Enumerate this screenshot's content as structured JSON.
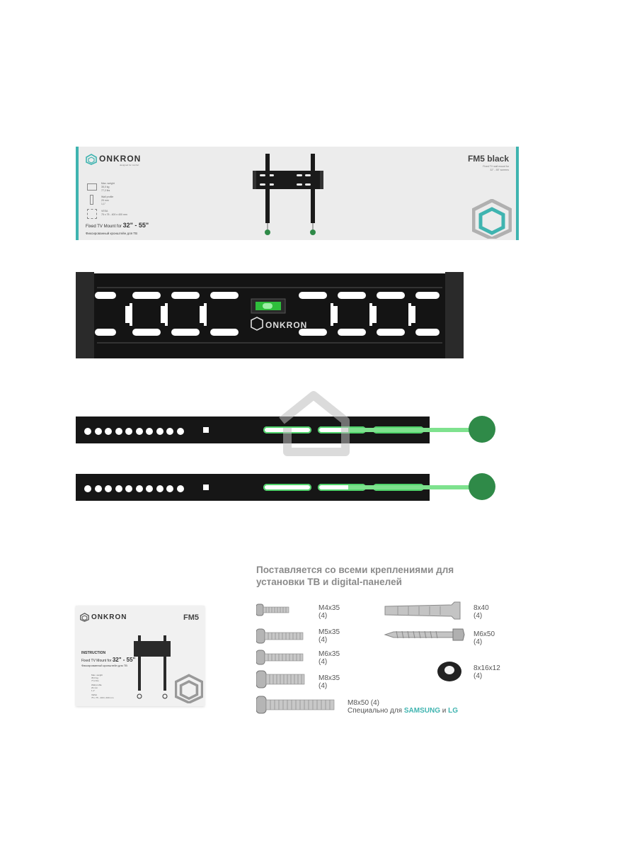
{
  "banner": {
    "brand": "ONKRON",
    "brand_tagline": "designed for comfort",
    "model": "FM5 black",
    "model_sub_1": "Fixed TV wall mount for",
    "model_sub_2": "32\" - 55\" screens",
    "spec_1": [
      "Max. weight",
      "35,0 kg",
      "77,2 lbs"
    ],
    "spec_2": [
      "Wall profile",
      "29 mm",
      "1,1\""
    ],
    "spec_3": [
      "VESA",
      "75 x 75 - 400 x 400 mm"
    ],
    "mount_title_prefix": "Fixed TV Mount for",
    "mount_title_size": "32\" - 55\"",
    "mount_title_ru": "Фиксированный кронштейн для ТВ"
  },
  "plate": {
    "brand": "ONKRON"
  },
  "booklet": {
    "brand": "ONKRON",
    "model": "FM5",
    "instruction": "INSTRUCTION",
    "mount_prefix": "Fixed TV Mount for",
    "mount_size": "32\" - 55\"",
    "mount_ru": "Фиксированный кронштейн для ТВ",
    "spec_1": [
      "Max. weight",
      "35,0 kg",
      "77,2 lbs"
    ],
    "spec_2": [
      "Wall profile",
      "29 mm",
      "1,1\""
    ],
    "spec_3": [
      "VESA",
      "75 x 75 - 400 x 400 mm"
    ]
  },
  "hardware": {
    "title": "Поставляется со всеми креплениями для установки ТВ и digital-панелей",
    "items": [
      {
        "size": "M4x35",
        "qty": "(4)"
      },
      {
        "size": "M5x35",
        "qty": "(4)"
      },
      {
        "size": "M6x35",
        "qty": "(4)"
      },
      {
        "size": "M8x35",
        "qty": "(4)"
      },
      {
        "size": "M8x50 (4)",
        "qty": ""
      },
      {
        "size": "8x40",
        "qty": "(4)"
      },
      {
        "size": "M6x50",
        "qty": "(4)"
      },
      {
        "size": "8x16x12",
        "qty": "(4)"
      }
    ],
    "special_prefix": "Специально для",
    "special_brand_1": "SAMSUNG",
    "special_and": "и",
    "special_brand_2": "LG"
  },
  "colors": {
    "accent": "#3fb4b0",
    "knob": "#2f8a48",
    "cord": "#7ee28e",
    "metal": "#161616"
  },
  "icons": [
    "onkron-logo-icon",
    "bubble-level-icon",
    "home-watermark-icon"
  ]
}
